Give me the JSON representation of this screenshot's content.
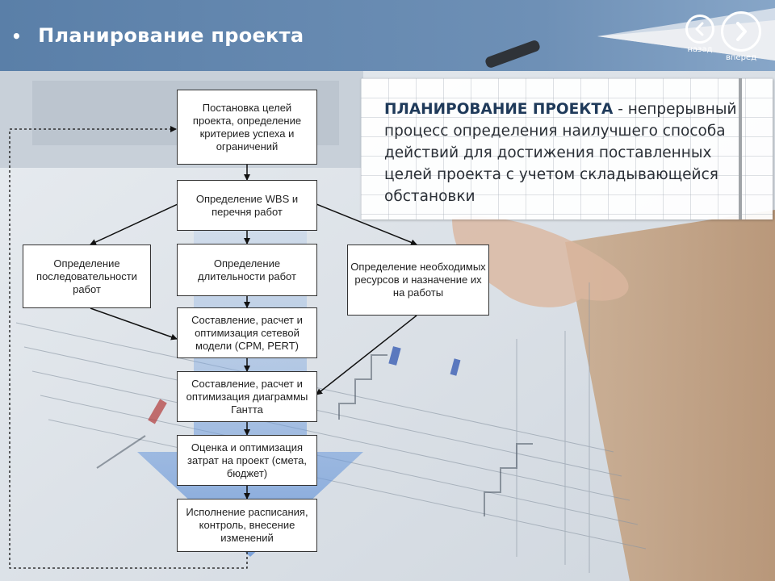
{
  "header": {
    "bullet": "•",
    "title": "Планирование проекта"
  },
  "nav": {
    "back_label": "назад",
    "forward_label": "вперед"
  },
  "definition": {
    "term": "ПЛАНИРОВАНИЕ ПРОЕКТА",
    "separator": " - ",
    "body": "непрерывный процесс определения наилучшего способа действий для достижения поставленных целей проекта с учетом складывающейся обстановки"
  },
  "flowchart": {
    "goals": "Постановка целей проекта, определение критериев успеха и ограничений",
    "wbs": "Определение WBS и перечня работ",
    "sequence": "Определение последовательности работ",
    "duration": "Определение длительности работ",
    "resources": "Определение необходимых ресурсов и назначение их на работы",
    "network": "Составление, расчет и оптимизация сетевой модели (CPM, PERT)",
    "gantt": "Составление, расчет и оптимизация диаграммы Гантта",
    "costs": "Оценка и оптимизация затрат на проект (смета, бюджет)",
    "execution": "Исполнение расписания, контроль, внесение изменений"
  },
  "colors": {
    "header_band": "#5a7fa8",
    "arrow_blue": "#4a7fc4",
    "node_border": "#333333",
    "term_color": "#1f3a5a"
  }
}
